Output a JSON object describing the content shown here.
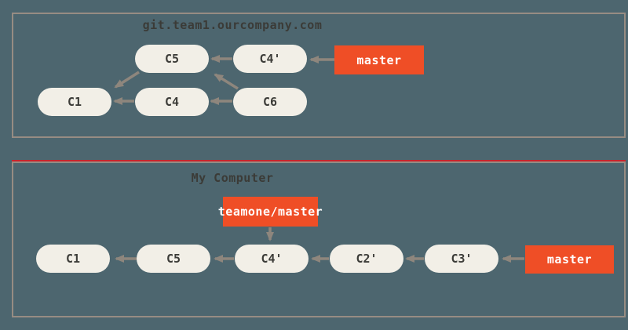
{
  "colors": {
    "background": "#4d666f",
    "panel_border": "#978c83",
    "node_fill": "#f2efe7",
    "node_text": "#3c3c38",
    "arrow": "#8e867d",
    "branch_fill": "#ef4e26",
    "branch_text": "#ffffff",
    "red_divider": "#c9222b"
  },
  "remote": {
    "title": "git.team1.ourcompany.com",
    "nodes": {
      "c1": "C1",
      "c4": "C4",
      "c5": "C5",
      "c6": "C6",
      "c4p": "C4'"
    },
    "branch": {
      "master": "master"
    },
    "edges": [
      "C5 -> C1",
      "C4 -> C1",
      "C6 -> C4",
      "C6 -> C5",
      "C4' -> C5",
      "master -> C4'"
    ]
  },
  "local": {
    "title": "My Computer",
    "nodes": {
      "c1": "C1",
      "c5": "C5",
      "c4p": "C4'",
      "c2p": "C2'",
      "c3p": "C3'"
    },
    "branches": {
      "teamone_master": "teamone/master",
      "master": "master"
    },
    "edges": [
      "C5 -> C1",
      "C4' -> C5",
      "C2' -> C4'",
      "C3' -> C2'",
      "master -> C3'",
      "teamone/master -> C4'"
    ]
  }
}
